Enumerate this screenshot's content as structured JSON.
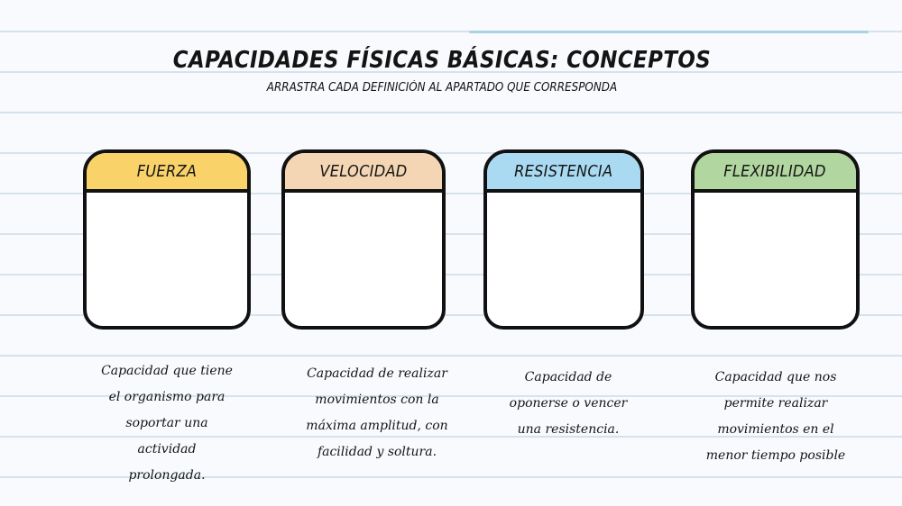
{
  "header": {
    "title": "CAPACIDADES FÍSICAS BÁSICAS: CONCEPTOS",
    "subtitle": "ARRASTRA CADA DEFINICIÓN AL APARTADO QUE CORRESPONDA"
  },
  "categories": [
    {
      "label": "FUERZA",
      "color": "#f9d26a"
    },
    {
      "label": "VELOCIDAD",
      "color": "#f4d6b4"
    },
    {
      "label": "RESISTENCIA",
      "color": "#a9daf2"
    },
    {
      "label": "FLEXIBILIDAD",
      "color": "#b1d6a0"
    }
  ],
  "definitions": [
    {
      "text": "Capacidad que tiene el organismo para soportar una actividad prolongada."
    },
    {
      "text": "Capacidad de realizar movimientos con la máxima amplitud, con facilidad y soltura."
    },
    {
      "text": "Capacidad de oponerse o vencer una resistencia."
    },
    {
      "text": "Capacidad que nos permite realizar movimientos en el menor tiempo posible"
    }
  ],
  "colors": {
    "background": "#f8fafd",
    "ruled_line": "#d6e2ec",
    "accent_line": "#a9d2e6",
    "outline": "#111111"
  }
}
